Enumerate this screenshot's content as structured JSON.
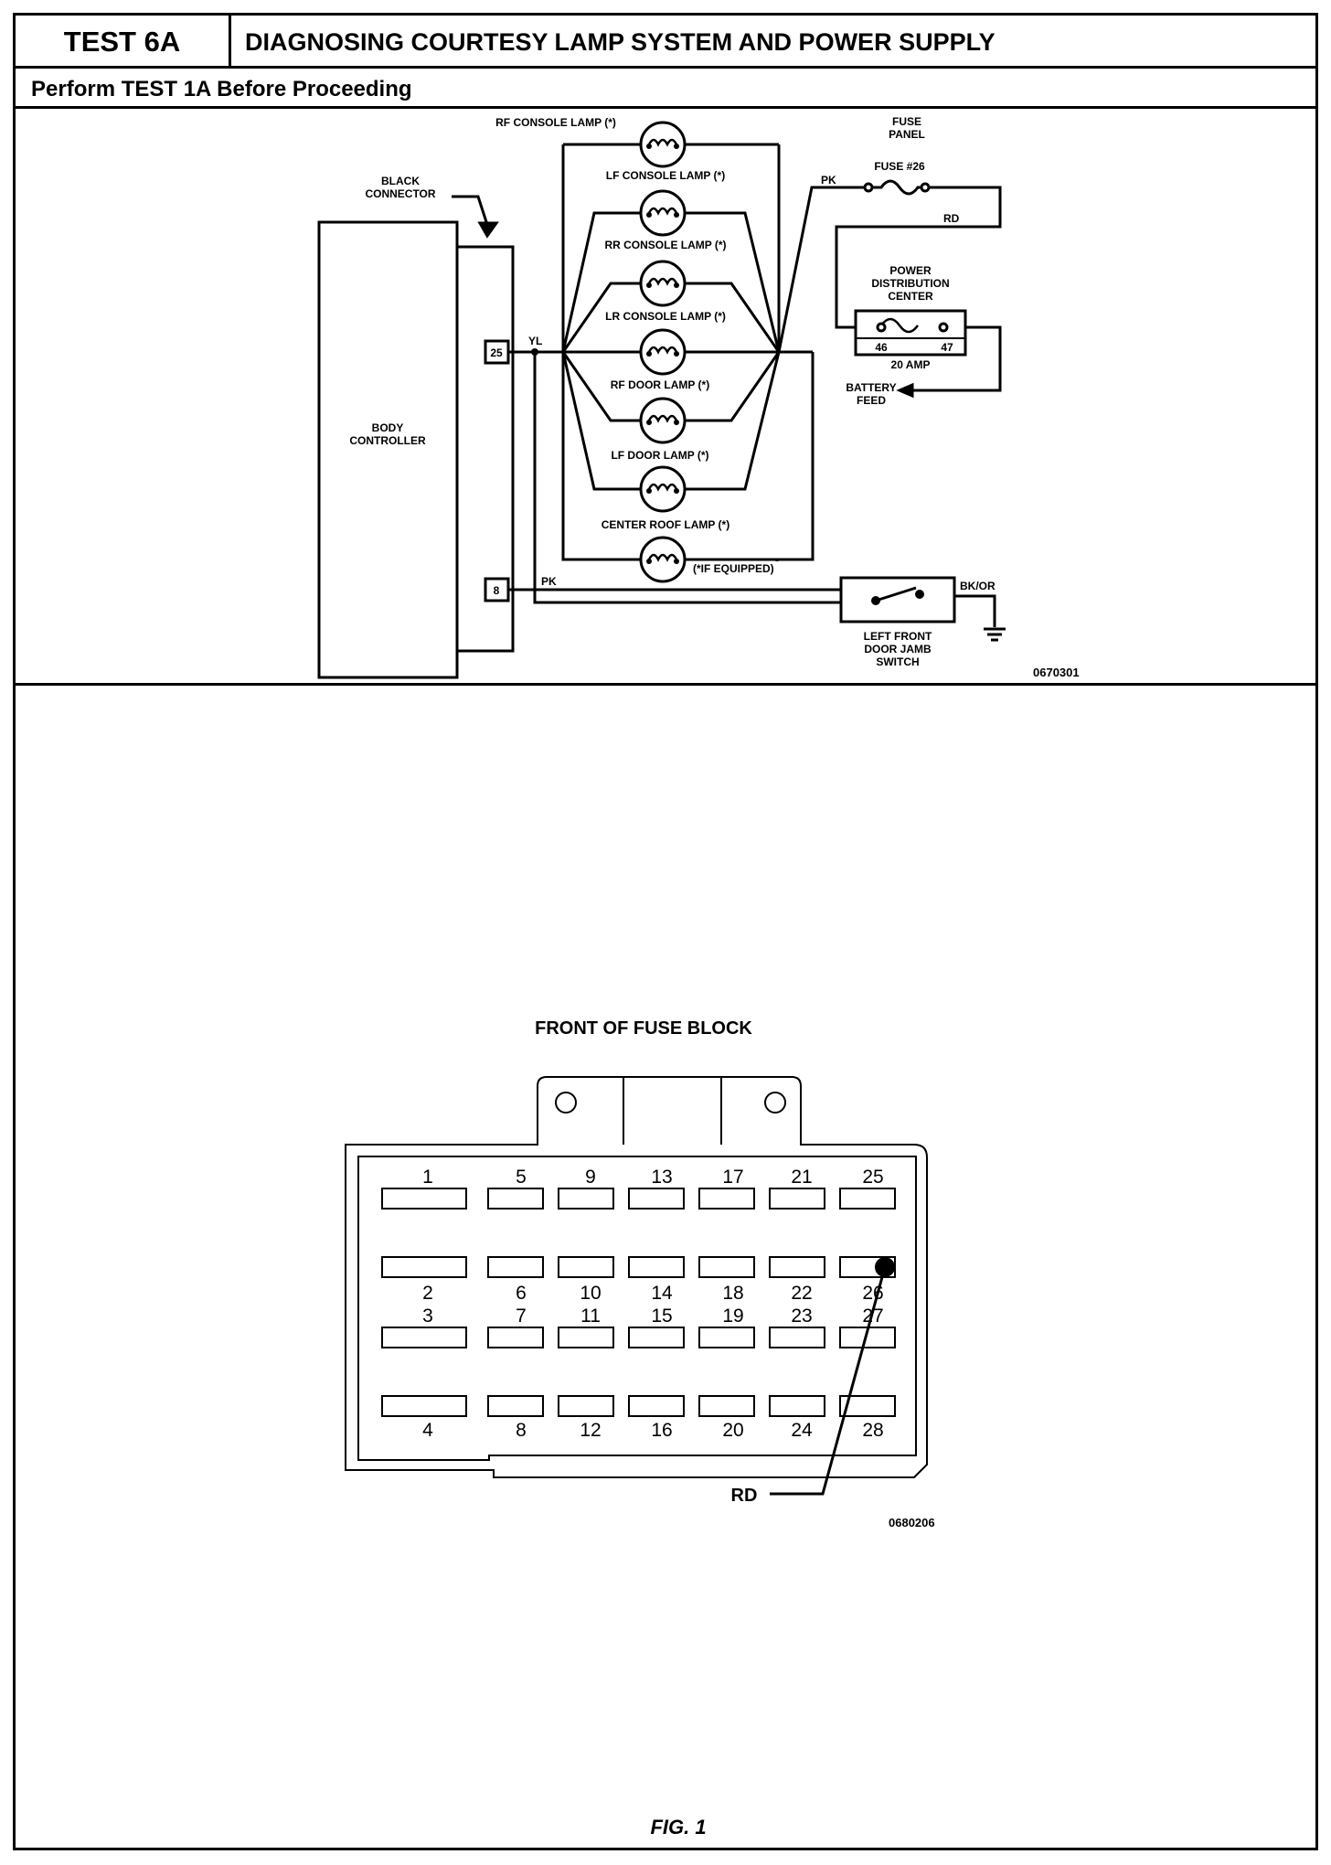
{
  "header": {
    "test_id": "TEST 6A",
    "title": "DIAGNOSING COURTESY LAMP SYSTEM AND POWER SUPPLY",
    "prerequisite": "Perform TEST 1A Before Proceeding"
  },
  "schematic": {
    "body_controller_label": [
      "BODY",
      "CONTROLLER"
    ],
    "connector_label": [
      "BLACK",
      "CONNECTOR"
    ],
    "pin_top": "25",
    "pin_bottom": "8",
    "wire_yl": "YL",
    "wire_pk_switch": "PK",
    "wire_pk_fuse": "PK",
    "wire_rd": "RD",
    "wire_bk_or": "BK/OR",
    "lamps": [
      "RF CONSOLE LAMP (*)",
      "LF CONSOLE LAMP (*)",
      "RR CONSOLE LAMP (*)",
      "LR CONSOLE LAMP (*)",
      "RF DOOR LAMP (*)",
      "LF DOOR LAMP (*)",
      "CENTER ROOF LAMP (*)"
    ],
    "if_equipped": "(*IF EQUIPPED)",
    "fuse_panel_label": [
      "FUSE",
      "PANEL"
    ],
    "fuse_label": "FUSE #26",
    "pdc_label": [
      "POWER",
      "DISTRIBUTION",
      "CENTER"
    ],
    "pdc_pin_left": "46",
    "pdc_pin_right": "47",
    "pdc_rating": "20 AMP",
    "battery_feed_label": [
      "BATTERY",
      "FEED"
    ],
    "switch_label": [
      "LEFT FRONT",
      "DOOR JAMB",
      "SWITCH"
    ],
    "figure_id": "0670301"
  },
  "fuse_block": {
    "title": "FRONT OF FUSE BLOCK",
    "top_numbers": [
      "1",
      "5",
      "9",
      "13",
      "17",
      "21",
      "25"
    ],
    "row2_numbers": [
      "2",
      "6",
      "10",
      "14",
      "18",
      "22",
      "26"
    ],
    "row3_numbers": [
      "3",
      "7",
      "11",
      "15",
      "19",
      "23",
      "27"
    ],
    "bottom_numbers": [
      "4",
      "8",
      "12",
      "16",
      "20",
      "24",
      "28"
    ],
    "probe_label": "RD",
    "figure_id": "0680206"
  },
  "caption": "FIG. 1"
}
